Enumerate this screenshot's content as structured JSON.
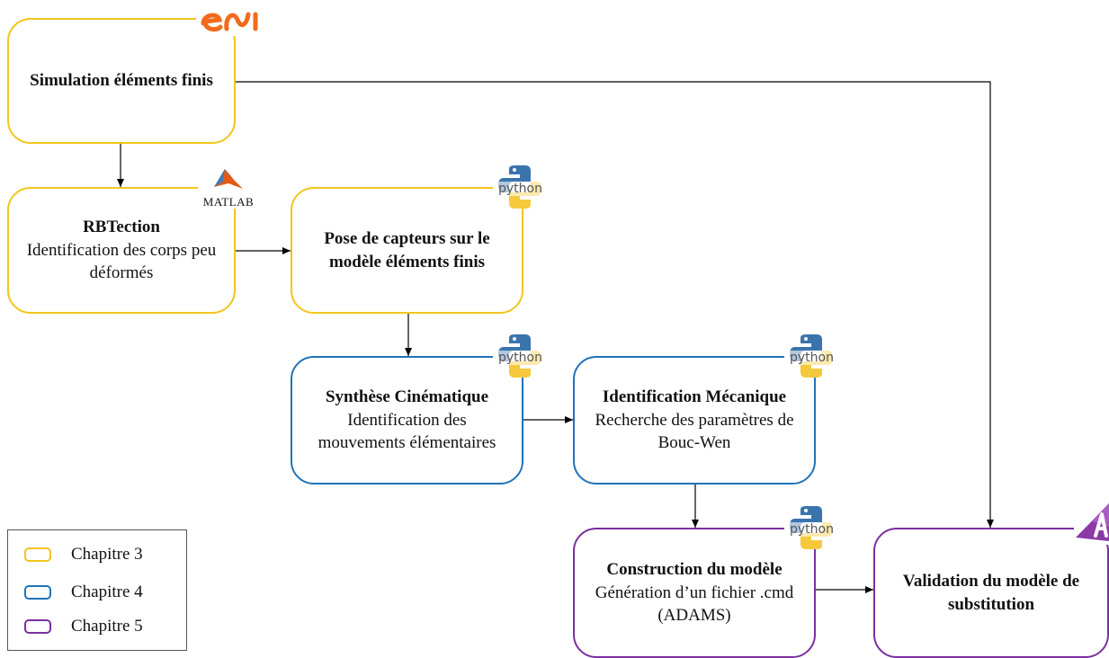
{
  "colors": {
    "chapitre3": "#f2c51c",
    "chapitre4": "#1f73b8",
    "chapitre5": "#7b2fa0",
    "arrow": "#000000"
  },
  "nodes": {
    "simulation": {
      "title": "Simulation éléments finis",
      "logo": "esi-logo"
    },
    "rbtection": {
      "title": "RBTection",
      "body": "Identification des corps peu déformés",
      "logo": "matlab-logo",
      "logo_text": "MATLAB"
    },
    "pose": {
      "title": "Pose de capteurs sur le modèle éléments finis",
      "logo": "python-logo",
      "logo_text": "python"
    },
    "synthese": {
      "title": "Synthèse Cinématique",
      "body": "Identification des mouvements élémentaires",
      "logo": "python-logo",
      "logo_text": "python"
    },
    "identification": {
      "title": "Identification Mécanique",
      "body": "Recherche des paramètres de Bouc-Wen",
      "logo": "python-logo",
      "logo_text": "python"
    },
    "construction": {
      "title": "Construction du modèle",
      "body": "Génération d’un fichier .cmd (ADAMS)",
      "logo": "python-logo",
      "logo_text": "python"
    },
    "validation": {
      "title": "Validation du modèle de substitution",
      "logo": "adams-logo"
    }
  },
  "legend": [
    {
      "label": "Chapitre 3",
      "color": "#f2c51c"
    },
    {
      "label": "Chapitre 4",
      "color": "#1f73b8"
    },
    {
      "label": "Chapitre 5",
      "color": "#7b2fa0"
    }
  ]
}
